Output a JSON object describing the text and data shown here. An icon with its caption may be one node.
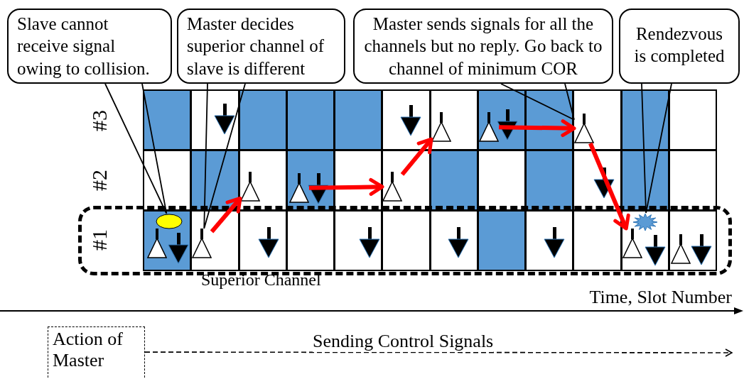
{
  "diagram": {
    "nodes": [
      {
        "text": [
          "Slave cannot receive signal owing to collision."
        ]
      },
      {
        "text": [
          "Master decides superior channel of slave is different"
        ]
      },
      {
        "text": [
          "Master sends signals for all the channels but no reply. Go back to channel of minimum COR"
        ]
      },
      {
        "text": [
          "Rendezvous is completed"
        ]
      },
      {
        "text": [],
        "shape": "triangle"
      },
      {
        "text": [],
        "shape": "triangle"
      },
      {
        "text": [],
        "shape": "triangle"
      },
      {
        "text": [],
        "shape": "triangle"
      },
      {
        "text": [],
        "shape": "triangle"
      },
      {
        "text": [],
        "shape": "triangle"
      },
      {
        "text": [
          "Superior Channel"
        ]
      },
      {
        "text": [],
        "shape": "ellipse",
        "in": 10
      },
      {
        "text": [],
        "shape": "triangle",
        "in": 10
      },
      {
        "text": [],
        "shape": "triangle",
        "in": 10
      },
      {
        "text": [],
        "shape": "burst",
        "in": 10
      },
      {
        "text": [],
        "shape": "triangle",
        "in": 10
      },
      {
        "text": [],
        "shape": "triangle",
        "in": 10
      },
      {
        "text": [
          "Action of Master"
        ]
      }
    ],
    "edges": [
      {
        "from": 0,
        "to": 11,
        "arrow": "none"
      },
      {
        "from": 1,
        "to": 13,
        "arrow": "none"
      },
      {
        "from": 2,
        "to": 6,
        "arrow": "none"
      },
      {
        "from": 3,
        "to": 14,
        "arrow": "none"
      },
      {
        "from": 13,
        "to": 7,
        "arrow": "to",
        "style": "thick",
        "color": "#ff0000"
      },
      {
        "from": 8,
        "to": 9,
        "arrow": "to",
        "style": "thick",
        "color": "#ff0000"
      },
      {
        "from": 9,
        "to": 4,
        "arrow": "to",
        "style": "thick",
        "color": "#ff0000"
      },
      {
        "from": 5,
        "to": 6,
        "arrow": "to",
        "style": "thick",
        "color": "#ff0000"
      },
      {
        "from": 6,
        "to": 15,
        "arrow": "to",
        "style": "thick",
        "color": "#ff0000"
      },
      {
        "from": 17,
        "to": null,
        "arrow": "to",
        "style": "dashed",
        "label": "Sending Control Signals"
      }
    ],
    "labels": [
      "#3",
      "#2",
      "#1",
      "Time, Slot Number"
    ]
  }
}
